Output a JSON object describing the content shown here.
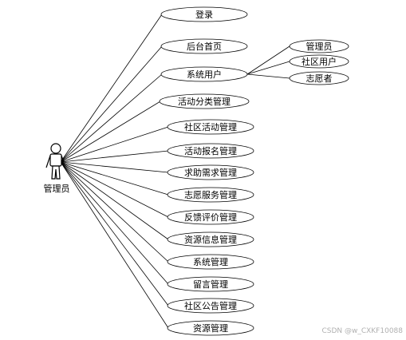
{
  "actor": {
    "label": "管理员",
    "icon": "person-icon"
  },
  "use_cases": [
    {
      "id": "login",
      "label": "登录"
    },
    {
      "id": "backend-home",
      "label": "后台首页"
    },
    {
      "id": "system-user",
      "label": "系统用户"
    },
    {
      "id": "activity-category",
      "label": "活动分类管理"
    },
    {
      "id": "community-activity",
      "label": "社区活动管理"
    },
    {
      "id": "activity-signup",
      "label": "活动报名管理"
    },
    {
      "id": "help-request",
      "label": "求助需求管理"
    },
    {
      "id": "volunteer-service",
      "label": "志愿服务管理"
    },
    {
      "id": "feedback-review",
      "label": "反馈评价管理"
    },
    {
      "id": "resource-info",
      "label": "资源信息管理"
    },
    {
      "id": "system-management",
      "label": "系统管理"
    },
    {
      "id": "message",
      "label": "留言管理"
    },
    {
      "id": "community-notice",
      "label": "社区公告管理"
    },
    {
      "id": "resource-management",
      "label": "资源管理"
    }
  ],
  "sub_use_cases": [
    {
      "id": "admin",
      "label": "管理员"
    },
    {
      "id": "community-user",
      "label": "社区用户"
    },
    {
      "id": "volunteer",
      "label": "志愿者"
    }
  ],
  "watermark": "CSDN @w_CXKF10088"
}
